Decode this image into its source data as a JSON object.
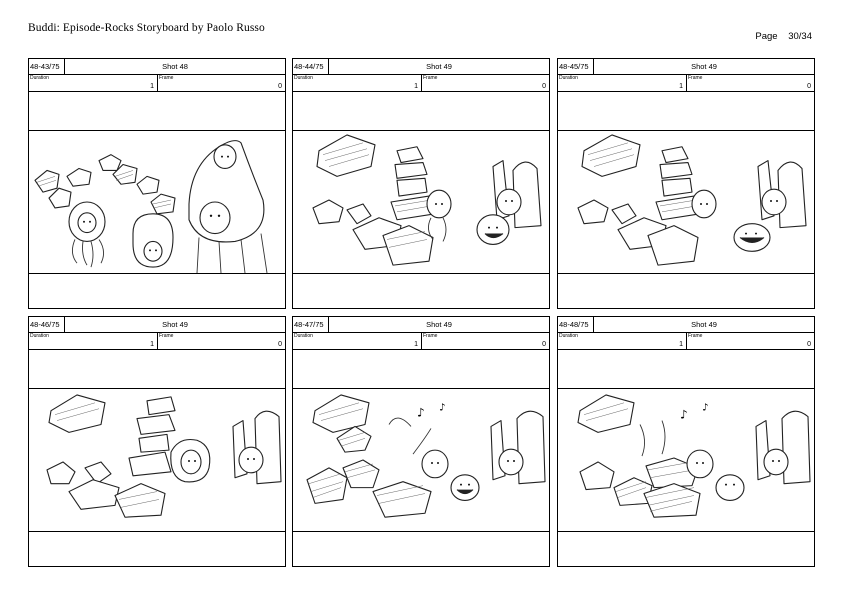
{
  "document": {
    "title": "Buddi: Episode-Rocks Storyboard by Paolo Russo",
    "page_label": "Page",
    "page_number": "30/34"
  },
  "labels": {
    "duration": "Duration",
    "frame": "Frame"
  },
  "panels": [
    {
      "scene": "48-43/75",
      "shot": "Shot 48",
      "duration": "1",
      "frame": "0"
    },
    {
      "scene": "48-44/75",
      "shot": "Shot 49",
      "duration": "1",
      "frame": "0"
    },
    {
      "scene": "48-45/75",
      "shot": "Shot 49",
      "duration": "1",
      "frame": "0"
    },
    {
      "scene": "48-46/75",
      "shot": "Shot 49",
      "duration": "1",
      "frame": "0"
    },
    {
      "scene": "48-47/75",
      "shot": "Shot 49",
      "duration": "1",
      "frame": "0"
    },
    {
      "scene": "48-48/75",
      "shot": "Shot 49",
      "duration": "1",
      "frame": "0"
    }
  ]
}
